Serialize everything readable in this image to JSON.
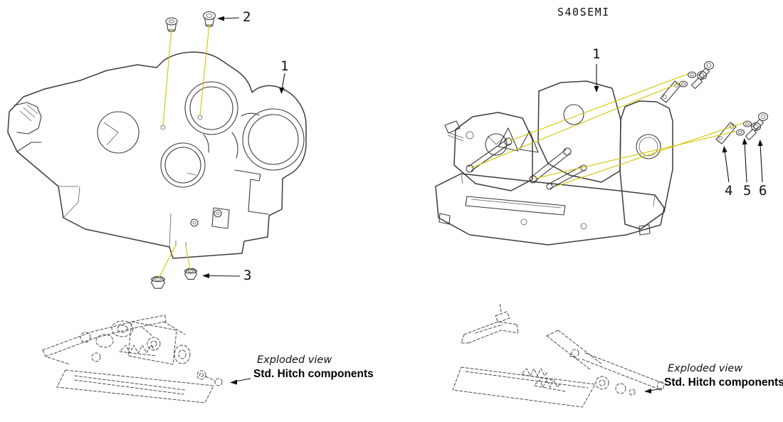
{
  "title": "S40SEMI",
  "colors": {
    "line": "#3c3c3c",
    "leader_line": "#d2c400",
    "text": "#111111",
    "background": "#ffffff"
  },
  "left_view": {
    "callouts": [
      {
        "label": "1"
      },
      {
        "label": "2"
      },
      {
        "label": "3"
      }
    ],
    "caption": {
      "line1": "Exploded view",
      "line2": "Std. Hitch components"
    }
  },
  "right_view": {
    "callouts": [
      {
        "label": "1"
      },
      {
        "label": "4"
      },
      {
        "label": "5"
      },
      {
        "label": "6"
      }
    ],
    "caption": {
      "line1": "Exploded view",
      "line2": "Std. Hitch components"
    }
  }
}
